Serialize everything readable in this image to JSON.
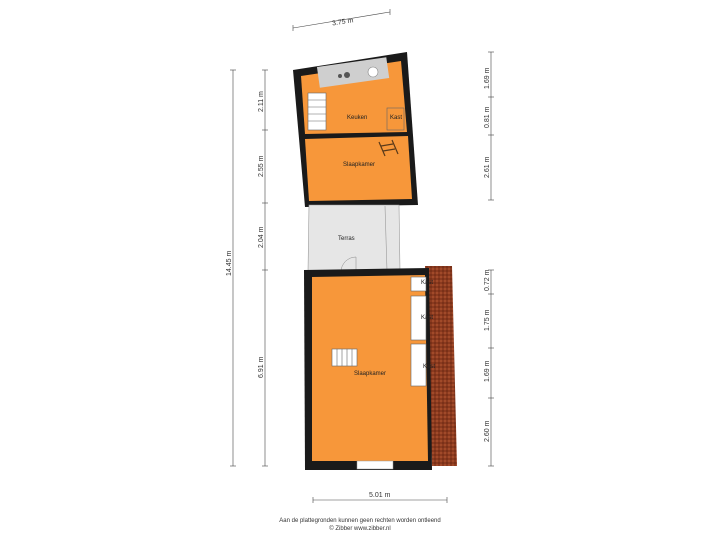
{
  "dimensions": {
    "top_width": "3.75 m",
    "bottom_width": "5.01 m",
    "left_total": "14.45 m",
    "left_segments": [
      "2.11 m",
      "2.55 m",
      "2.04 m",
      "6.91 m"
    ],
    "right_top": [
      "1.69 m",
      "0.81 m",
      "2.61 m"
    ],
    "right_bottom": [
      "0.72 m",
      "1.75 m",
      "1.69 m",
      "2.60 m"
    ]
  },
  "rooms": {
    "keuken": "Keuken",
    "kast_top": "Kast",
    "slaapkamer_top": "Slaapkamer",
    "terras": "Terras",
    "kast_1": "Kast",
    "kast_2": "Kast",
    "kast_3": "Kast",
    "slaapkamer_bottom": "Slaapkamer"
  },
  "footer": {
    "line1": "Aan de plattegronden kunnen geen rechten worden ontleend",
    "line2": "© Zibber www.zibber.nl"
  },
  "colors": {
    "room": "#f7973a",
    "wall": "#1a1a1a",
    "terrace": "#e6e6e6",
    "roof": "#8b3a1f"
  }
}
